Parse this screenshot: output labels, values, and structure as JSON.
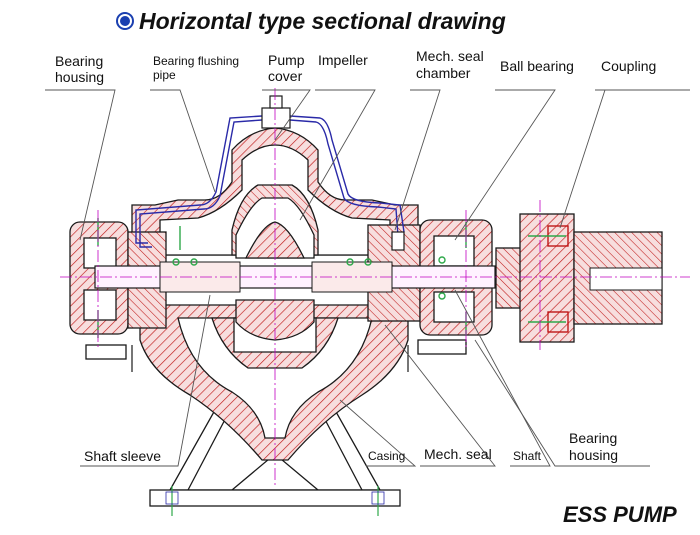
{
  "title": "Horizontal type sectional drawing",
  "brand": "ESS PUMP",
  "labels": {
    "bearing_housing_left_1": "Bearing",
    "bearing_housing_left_2": "housing",
    "bearing_flushing_pipe_1": "Bearing flushing",
    "bearing_flushing_pipe_2": "pipe",
    "pump_cover_1": "Pump",
    "pump_cover_2": "cover",
    "impeller": "Impeller",
    "mech_seal_chamber_1": "Mech. seal",
    "mech_seal_chamber_2": "chamber",
    "ball_bearing": "Ball bearing",
    "coupling": "Coupling",
    "shaft_sleeve": "Shaft sleeve",
    "casing": "Casing",
    "mech_seal": "Mech. seal",
    "shaft": "Shaft",
    "bearing_housing_right_1": "Bearing",
    "bearing_housing_right_2": "housing"
  },
  "colors": {
    "section_fill": "#f7dede",
    "hatch": "#c01818",
    "bolt": "#2ea84a",
    "centerline": "#c000c0",
    "pipe": "#2a2aa8",
    "shaft_fill": "#fff2ff",
    "title_bullet": "#1a3fb0"
  }
}
